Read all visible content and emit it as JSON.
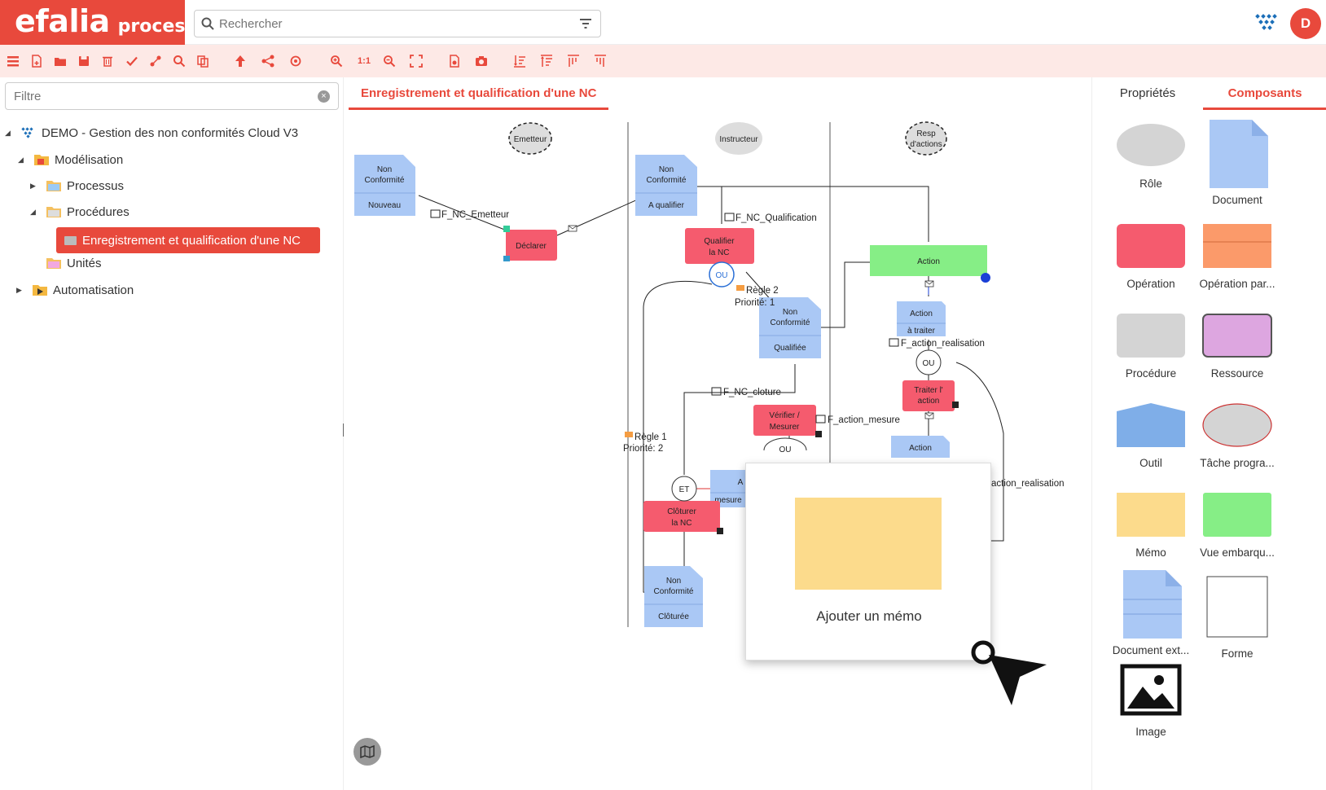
{
  "app": {
    "logo_main": "efalia",
    "logo_sub": "process",
    "search_placeholder": "Rechercher",
    "avatar_letter": "D"
  },
  "toolbar": {
    "buttons": [
      "menu-icon",
      "new-file-icon",
      "open-folder-icon",
      "save-icon",
      "delete-icon",
      "check-icon",
      "link-icon",
      "search-icon",
      "copy-icon",
      "upload-icon",
      "share-icon",
      "target-icon",
      "zoom-in-icon",
      "zoom-reset-icon",
      "zoom-out-icon",
      "fit-icon",
      "export-file-icon",
      "camera-icon",
      "align-bottom-icon",
      "align-top-icon",
      "align-left-icon",
      "align-right-icon"
    ],
    "zoom_reset_label": "1:1"
  },
  "left": {
    "filter_placeholder": "Filtre",
    "tree": [
      {
        "label": "DEMO - Gestion des non conformités Cloud V3"
      },
      {
        "label": "Modélisation"
      },
      {
        "label": "Processus"
      },
      {
        "label": "Procédures"
      },
      {
        "label": "Enregistrement et qualification d'une NC"
      },
      {
        "label": "Unités"
      },
      {
        "label": "Automatisation"
      }
    ]
  },
  "center": {
    "tab_title": "Enregistrement et qualification d'une NC",
    "diagram": {
      "roles": [
        "Emetteur",
        "Instructeur",
        "Resp",
        "d'actions"
      ],
      "docs": {
        "nc_nouveau": [
          "Non",
          "Conformité",
          "Nouveau"
        ],
        "nc_qualifier": [
          "Non",
          "Conformité",
          "A qualifier"
        ],
        "nc_qualifiee": [
          "Non",
          "Conformité",
          "Qualifiée"
        ],
        "nc_cloturee": [
          "Non",
          "Conformité",
          "Clôturée"
        ],
        "action_traiter": [
          "Action",
          "à traiter"
        ],
        "action2": "Action",
        "mesure": [
          "A",
          "mesure"
        ]
      },
      "ops": {
        "declarer": "Déclarer",
        "qualifier": [
          "Qualifier",
          "la NC"
        ],
        "action": "Action",
        "traiter": [
          "Traiter l'",
          "action"
        ],
        "verifier": [
          "Vérifier /",
          "Mesurer"
        ],
        "cloturer": [
          "Clôturer",
          "la NC"
        ]
      },
      "forms": [
        "F_NC_Emetteur",
        "F_NC_Qualification",
        "F_action_realisation",
        "F_NC_cloture",
        "F_action_mesure",
        "action_realisation"
      ],
      "gates": {
        "ou": "OU",
        "et": "ET"
      },
      "rules": {
        "regle2": "Règle 2",
        "prio1": "Priorité: 1",
        "regle1": "Règle 1",
        "prio2": "Priorité: 2"
      }
    },
    "memo_popup_label": "Ajouter un mémo"
  },
  "right": {
    "tab_properties": "Propriétés",
    "tab_components": "Composants",
    "components": [
      {
        "label": "Rôle"
      },
      {
        "label": "Document"
      },
      {
        "label": "Opération"
      },
      {
        "label": "Opération par..."
      },
      {
        "label": "Procédure"
      },
      {
        "label": "Ressource"
      },
      {
        "label": "Outil"
      },
      {
        "label": "Tâche progra..."
      },
      {
        "label": "Mémo"
      },
      {
        "label": "Vue embarqu..."
      },
      {
        "label": "Document ext..."
      },
      {
        "label": "Forme"
      },
      {
        "label": "Image"
      }
    ]
  },
  "colors": {
    "accent": "#e8493c",
    "toolbar_bg": "#fde9e6",
    "doc_blue": "#aac8f5",
    "op_red": "#f55b6e",
    "op_orange": "#fb9a6a",
    "proc_gray": "#d4d4d4",
    "resource_pink": "#dda6e0",
    "tool_blue": "#7faee8",
    "memo_yellow": "#fcdb8c",
    "view_green": "#86ee86"
  }
}
